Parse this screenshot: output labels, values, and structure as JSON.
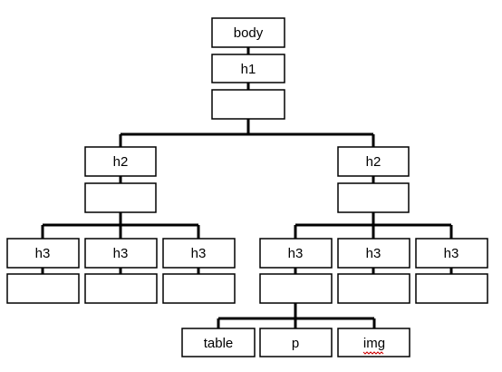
{
  "diagram": {
    "nodes": {
      "body": "body",
      "h1": "h1",
      "h1_box": "",
      "h2_left": "h2",
      "h2_left_box": "",
      "h2_right": "h2",
      "h2_right_box": "",
      "h3_l1": "h3",
      "h3_l1_box": "",
      "h3_l2": "h3",
      "h3_l2_box": "",
      "h3_l3": "h3",
      "h3_l3_box": "",
      "h3_r1": "h3",
      "h3_r1_box": "",
      "h3_r2": "h3",
      "h3_r2_box": "",
      "h3_r3": "h3",
      "h3_r3_box": "",
      "table": "table",
      "p": "p",
      "img": "img"
    },
    "colors": {
      "box_fill": "#ffffff",
      "box_stroke": "#000000",
      "connector": "#000000",
      "spellcheck_underline": "#cc0000"
    }
  }
}
